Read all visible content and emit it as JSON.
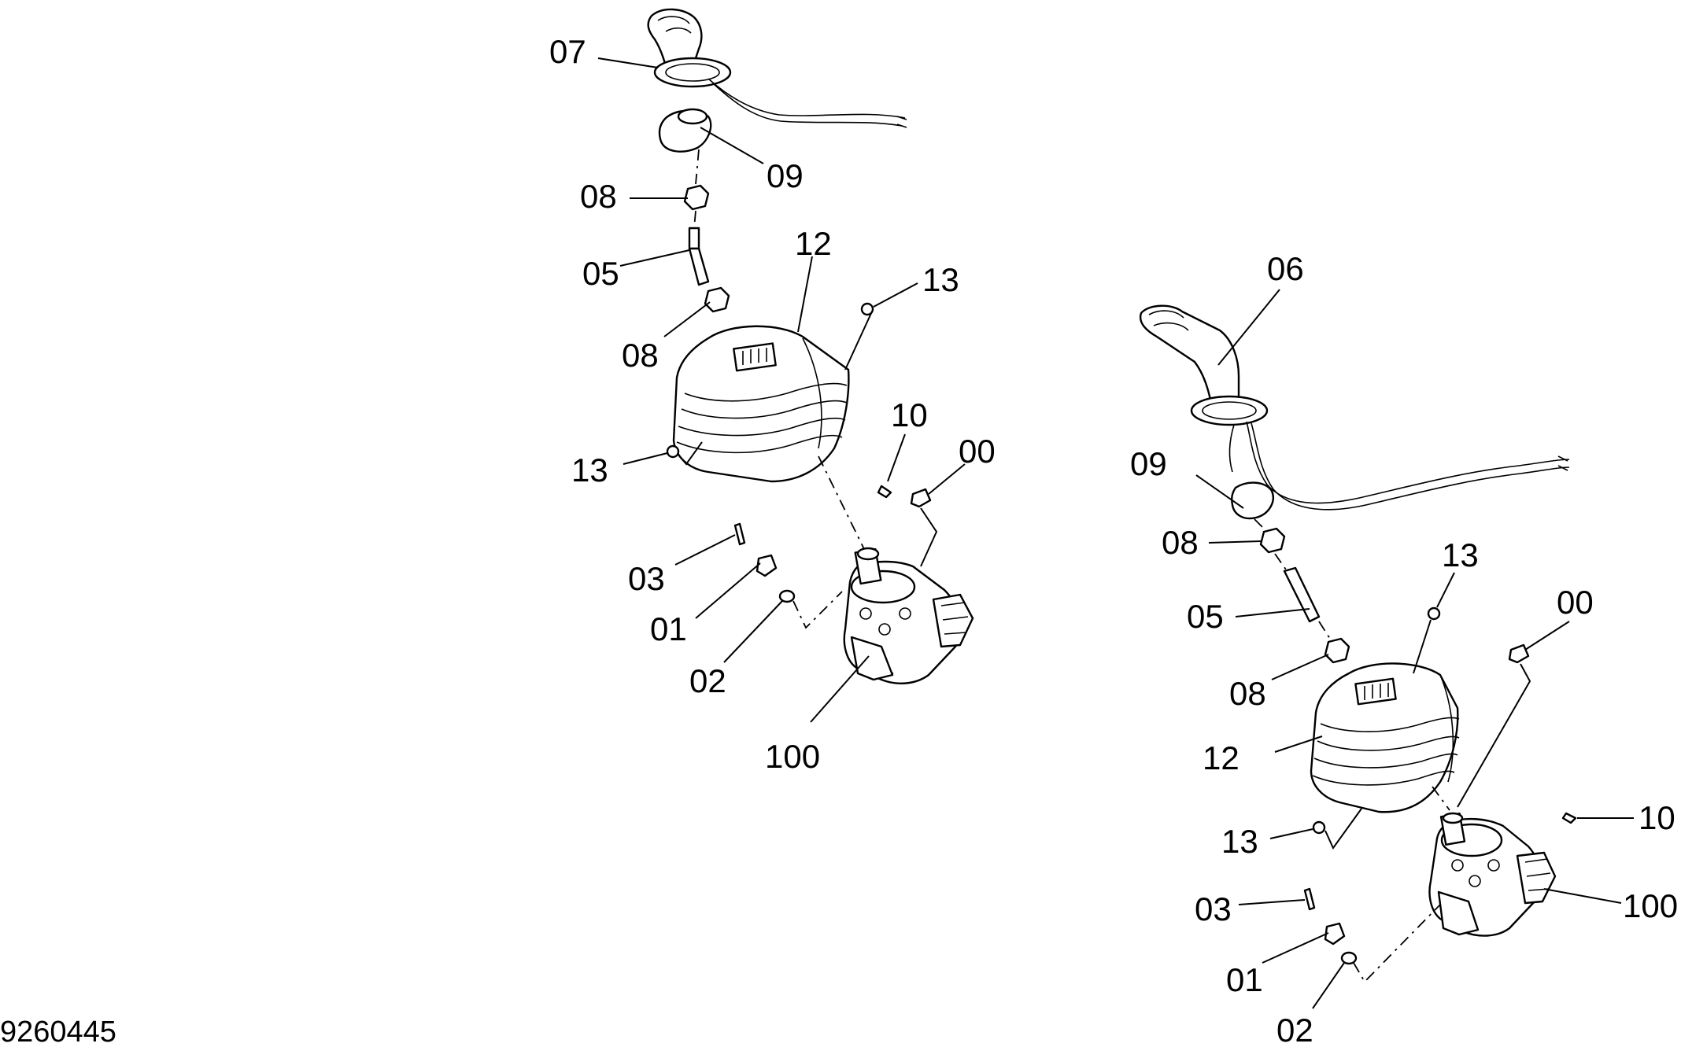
{
  "drawing_number": "9260445",
  "left_assembly": {
    "labels": [
      "07",
      "09",
      "08",
      "05",
      "08",
      "12",
      "13",
      "13",
      "10",
      "00",
      "03",
      "01",
      "02",
      "100"
    ]
  },
  "right_assembly": {
    "labels": [
      "06",
      "09",
      "08",
      "13",
      "05",
      "00",
      "08",
      "12",
      "10",
      "13",
      "100",
      "03",
      "01",
      "02"
    ]
  }
}
